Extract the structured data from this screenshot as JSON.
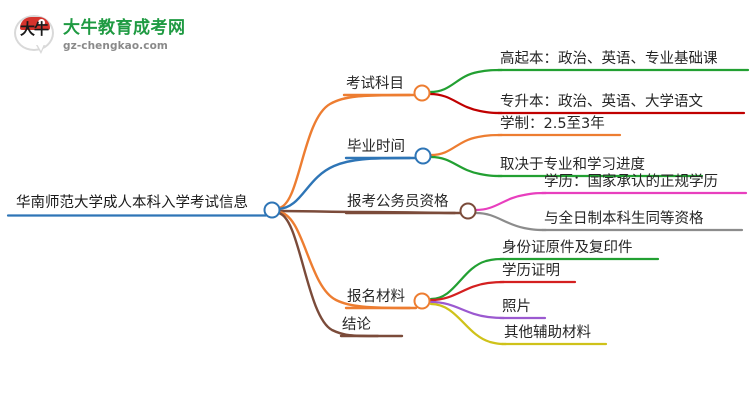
{
  "logo": {
    "mark_text": "大牛",
    "title": "大牛教育成考网",
    "subtitle": "gz-chengkao.com",
    "title_color": "#1f9a42",
    "subtitle_color": "#8a8a8a",
    "mark_color": "#d6332c"
  },
  "mindmap": {
    "root": {
      "label": "华南师范大学成人本科入学考试信息",
      "color": "#2e75b6"
    },
    "branches": [
      {
        "label": "考试科目",
        "color": "#ed7d31",
        "children": [
          {
            "label": "高起本：政治、英语、专业基础课",
            "color": "#22a032"
          },
          {
            "label": "专升本：政治、英语、大学语文",
            "color": "#c00000"
          }
        ]
      },
      {
        "label": "毕业时间",
        "color": "#2e75b6",
        "children": [
          {
            "label": "学制：2.5至3年",
            "color": "#ed7d31"
          },
          {
            "label": "取决于专业和学习进度",
            "color": "#22a032"
          }
        ]
      },
      {
        "label": "报考公务员资格",
        "color": "#7b4b3a",
        "children": [
          {
            "label": "学历：国家承认的正规学历",
            "color": "#e83fbe"
          },
          {
            "label": "与全日制本科生同等资格",
            "color": "#8c8c8c"
          }
        ]
      },
      {
        "label": "报名材料",
        "color": "#ed7d31",
        "children": [
          {
            "label": "身份证原件及复印件",
            "color": "#22a032"
          },
          {
            "label": "学历证明",
            "color": "#d42020"
          },
          {
            "label": "照片",
            "color": "#9b59d0"
          },
          {
            "label": "其他辅助材料",
            "color": "#cfc21a"
          }
        ]
      },
      {
        "label": "结论",
        "color": "#7b4b3a",
        "children": []
      }
    ]
  }
}
